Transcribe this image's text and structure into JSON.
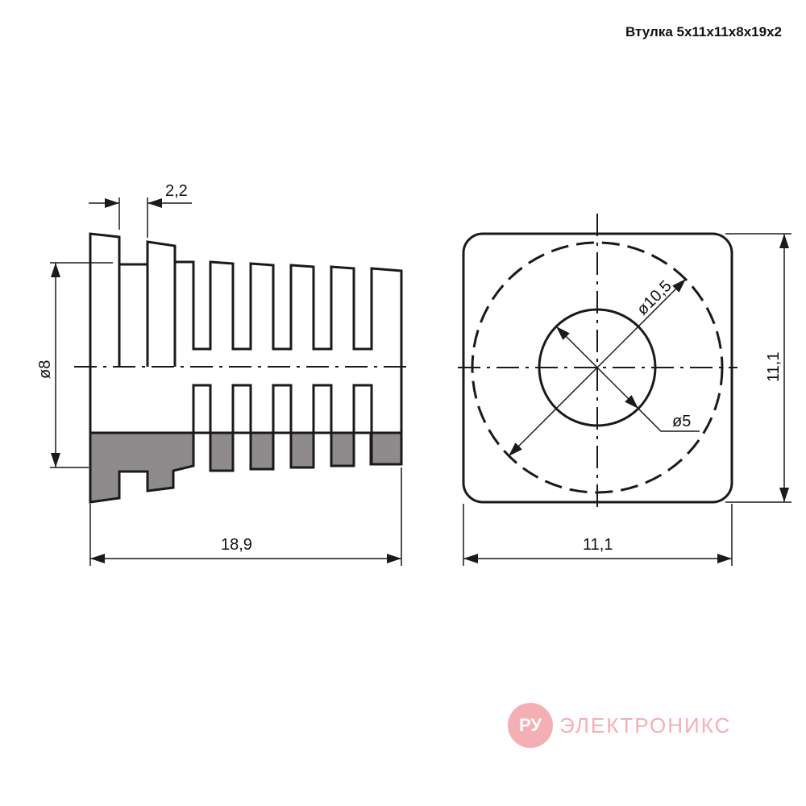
{
  "title": "Втулка 5x11x11x8x19x2",
  "side_view": {
    "dim_length": "18,9",
    "dim_diameter": "ø8",
    "dim_step": "2,2"
  },
  "front_view": {
    "dim_width": "11,1",
    "dim_height": "11,1",
    "dim_outer_dia": "ø10,5",
    "dim_inner_dia": "ø5"
  },
  "watermark": {
    "logo": "РУ",
    "brand": "ЭЛЕКТРОНИКС"
  },
  "colors": {
    "line": "#1a1a1a",
    "section_fill": "#8f8a8b",
    "watermark": "#e8505b"
  }
}
